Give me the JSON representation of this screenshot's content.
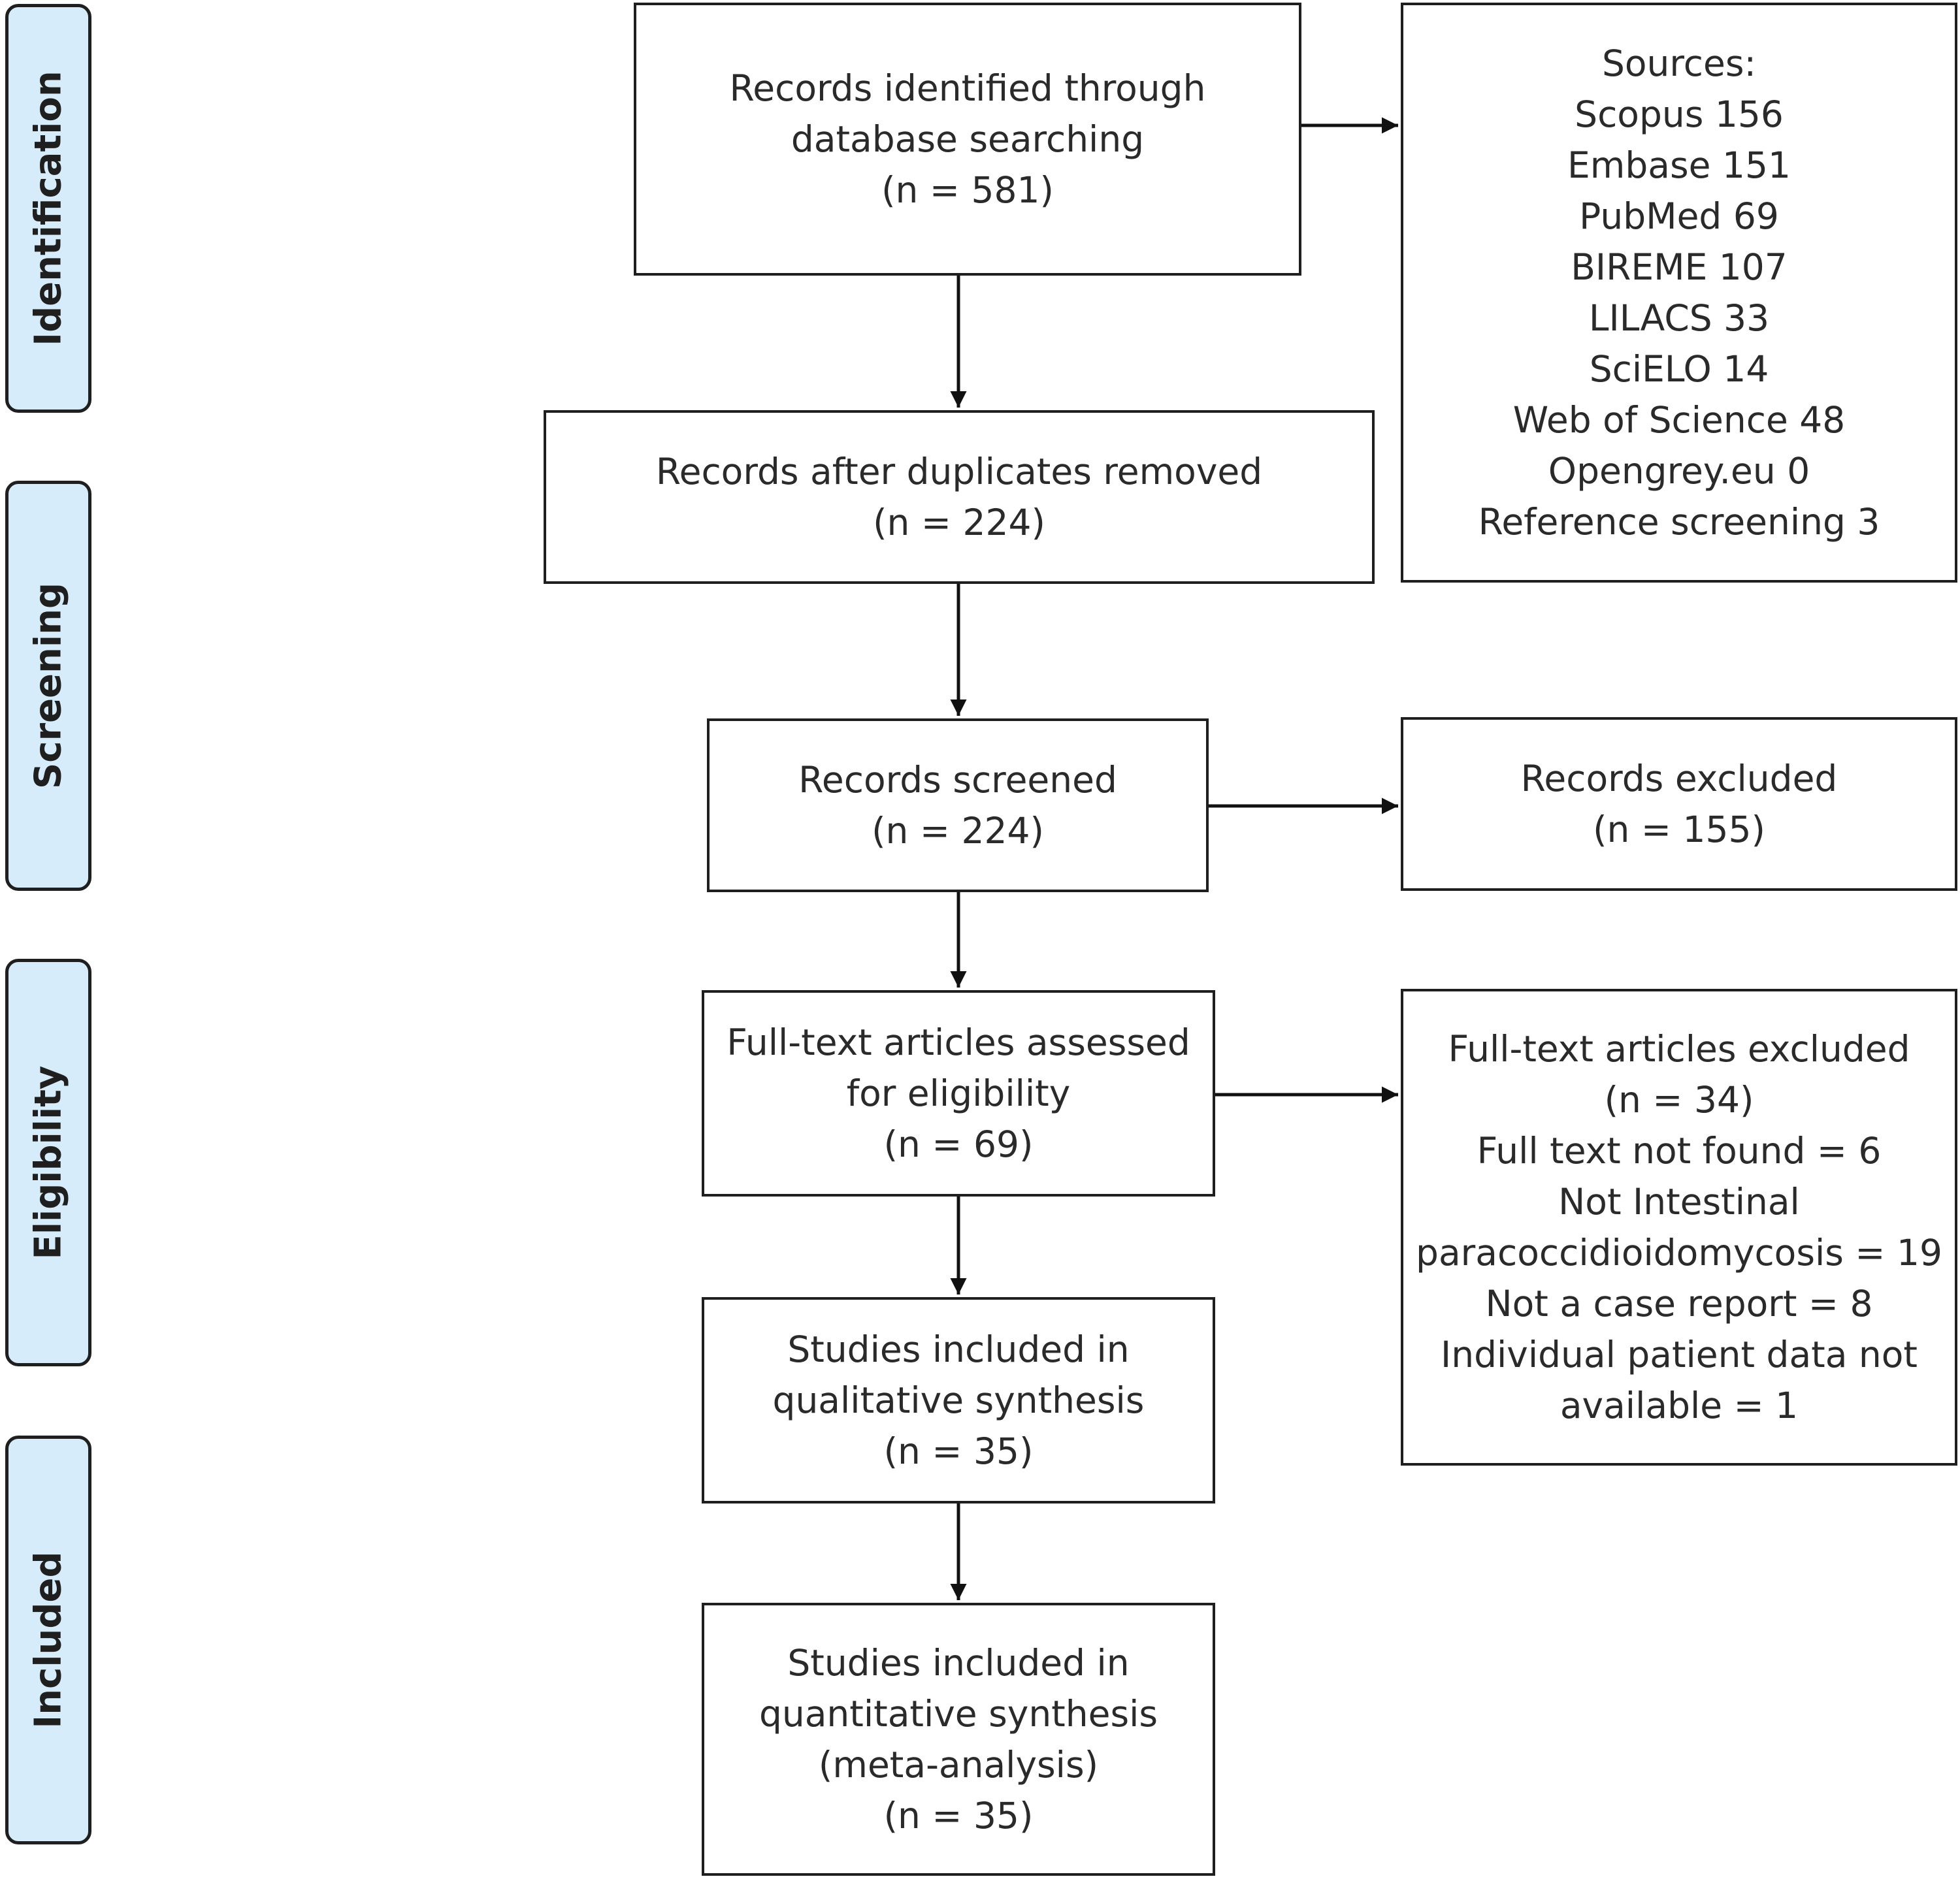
{
  "phases": [
    "Identification",
    "Screening",
    "Eligibility",
    "Included"
  ],
  "identified": {
    "lines": [
      "Records identified through",
      "database searching",
      "(n = 581)"
    ]
  },
  "sources": {
    "lines": [
      "Sources:",
      "Scopus 156",
      "Embase 151",
      "PubMed 69",
      "BIREME 107",
      "LILACS 33",
      "SciELO 14",
      "Web of Science 48",
      "Opengrey.eu 0",
      "Reference screening 3"
    ]
  },
  "after_duplicates": {
    "lines": [
      "Records after duplicates removed",
      "(n = 224)"
    ]
  },
  "screened": {
    "lines": [
      "Records screened",
      "(n = 224)"
    ]
  },
  "excluded": {
    "lines": [
      "Records excluded",
      "(n = 155)"
    ]
  },
  "fulltext_assessed": {
    "lines": [
      "Full-text articles assessed",
      "for eligibility",
      "(n = 69)"
    ]
  },
  "fulltext_excluded": {
    "lines": [
      "Full-text articles excluded",
      "(n = 34)",
      "Full text not found = 6",
      "Not Intestinal",
      "paracoccidioidomycosis = 19",
      "Not a case report = 8",
      "Individual patient data not",
      "available = 1"
    ]
  },
  "qualitative": {
    "lines": [
      "Studies included in",
      "qualitative synthesis",
      "(n = 35)"
    ]
  },
  "quantitative": {
    "lines": [
      "Studies included in",
      "quantitative synthesis",
      "(meta-analysis)",
      "(n = 35)"
    ]
  }
}
